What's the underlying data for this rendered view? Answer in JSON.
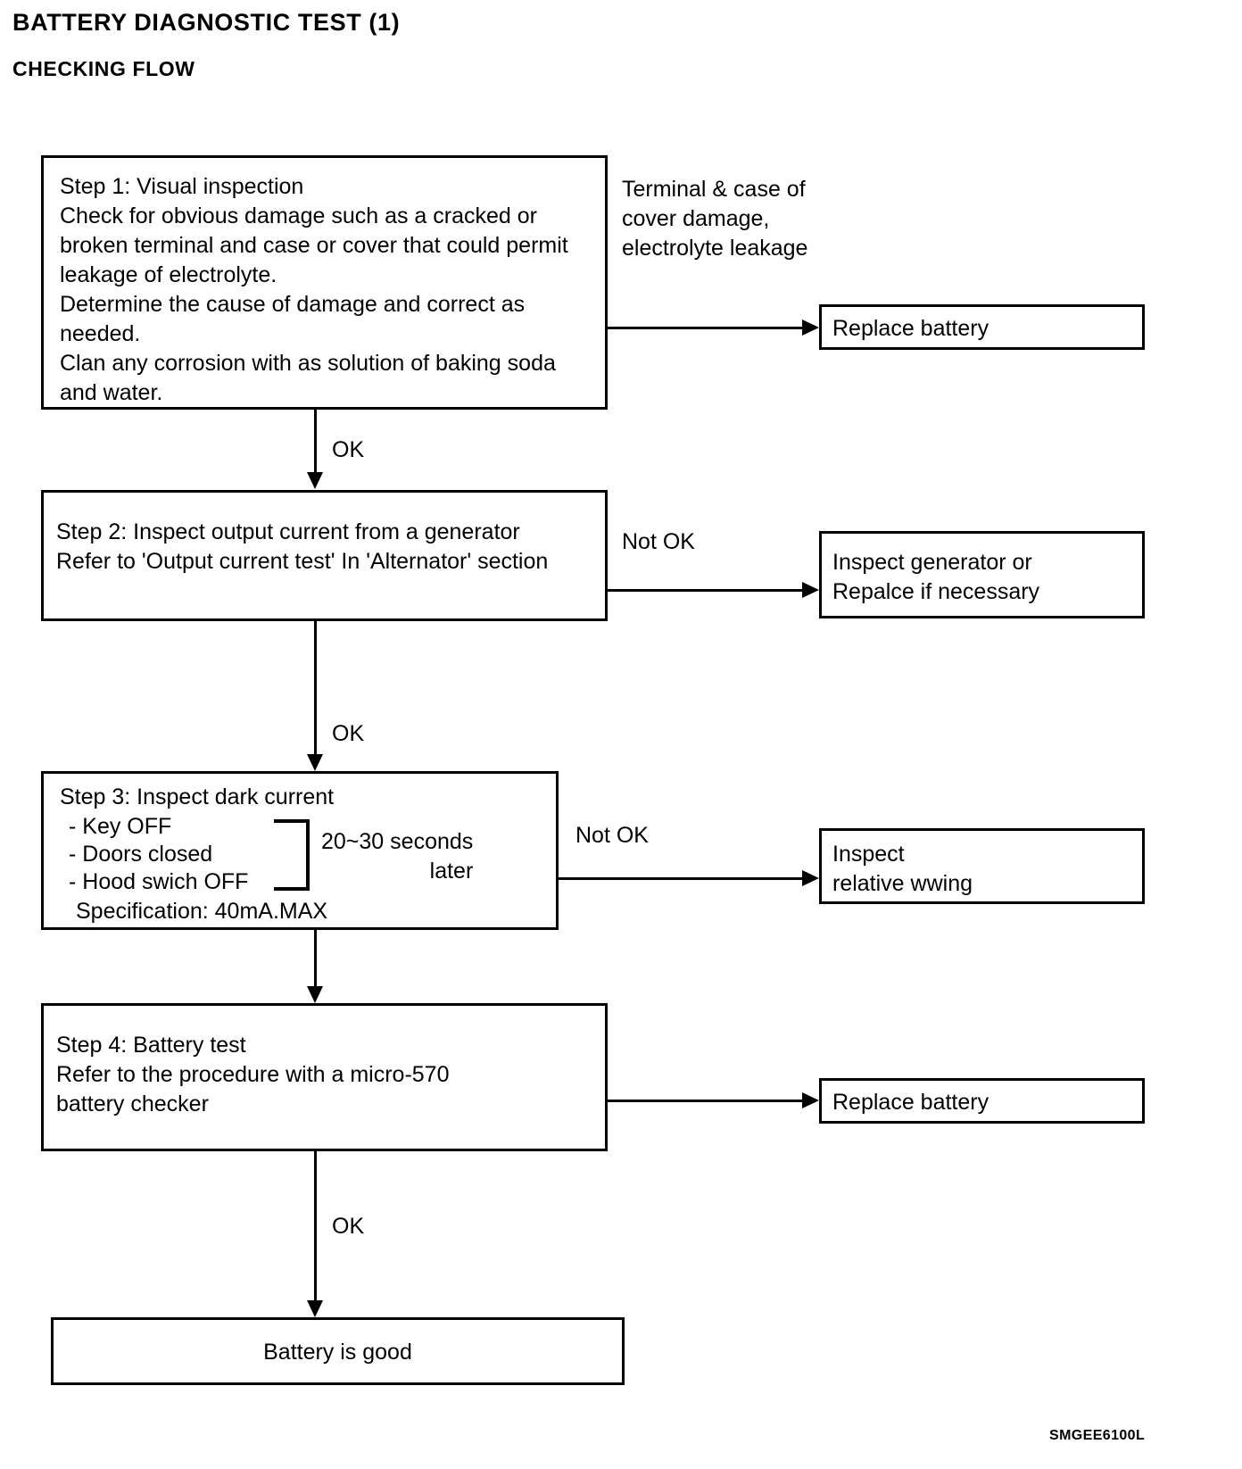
{
  "document": {
    "title": "BATTERY DIAGNOSTIC TEST (1)",
    "subtitle": "CHECKING FLOW",
    "figure_code": "SMGEE6100L"
  },
  "flow": {
    "step1": {
      "text": "Step 1: Visual inspection\nCheck for obvious damage such as a cracked or\nbroken terminal and case or cover that could permit\nleakage of electrolyte.\nDetermine the cause of damage and correct as\nneeded.\nClan any corrosion with as solution of baking soda\nand water.",
      "branch_condition": "Terminal & case of\ncover damage,\nelectrolyte leakage",
      "branch_target": "Replace battery",
      "pass_label": "OK"
    },
    "step2": {
      "text": "Step 2: Inspect output current from a generator\nRefer to 'Output current test' In 'Alternator' section",
      "branch_condition": "Not OK",
      "branch_target": "Inspect generator or\nRepalce if necessary",
      "pass_label": "OK"
    },
    "step3": {
      "heading": "Step 3: Inspect dark current",
      "conditions": [
        "- Key OFF",
        "- Doors closed",
        "- Hood swich OFF"
      ],
      "timing_note": "20~30 seconds\nlater",
      "specification": "Specification: 40mA.MAX",
      "branch_condition": "Not OK",
      "branch_target": "Inspect\nrelative wwing"
    },
    "step4": {
      "text": "Step 4: Battery test\nRefer to the procedure with a micro-570\nbattery checker",
      "branch_target": "Replace battery",
      "pass_label": "OK"
    },
    "result": {
      "text": "Battery is good"
    }
  }
}
